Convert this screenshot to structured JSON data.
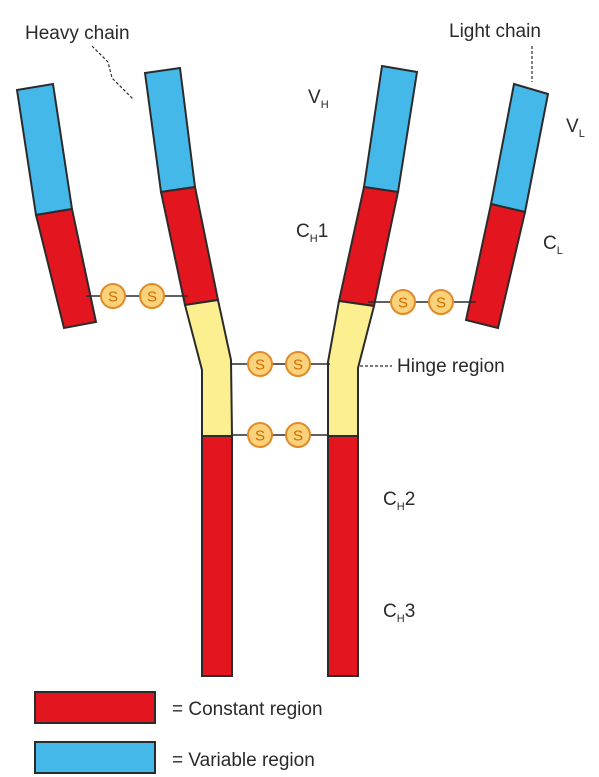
{
  "labels": {
    "heavy_chain": "Heavy chain",
    "light_chain": "Light chain",
    "vh_main": "V",
    "vh_sub": "H",
    "vl_main": "V",
    "vl_sub": "L",
    "ch1_main": "C",
    "ch1_sub": "H",
    "ch1_num": "1",
    "cl_main": "C",
    "cl_sub": "L",
    "hinge_region": "Hinge region",
    "ch2_main": "C",
    "ch2_sub": "H",
    "ch2_num": "2",
    "ch3_main": "C",
    "ch3_sub": "H",
    "ch3_num": "3"
  },
  "disulfide_symbol": "S",
  "legend": {
    "constant": "= Constant region",
    "variable": "= Variable region"
  },
  "colors": {
    "constant": "#e3161f",
    "variable": "#45b8ea",
    "hinge": "#fbef8f",
    "disulfide_fill": "#f9d27a",
    "disulfide_stroke": "#e08a2a",
    "outline": "#2b2b2b"
  }
}
